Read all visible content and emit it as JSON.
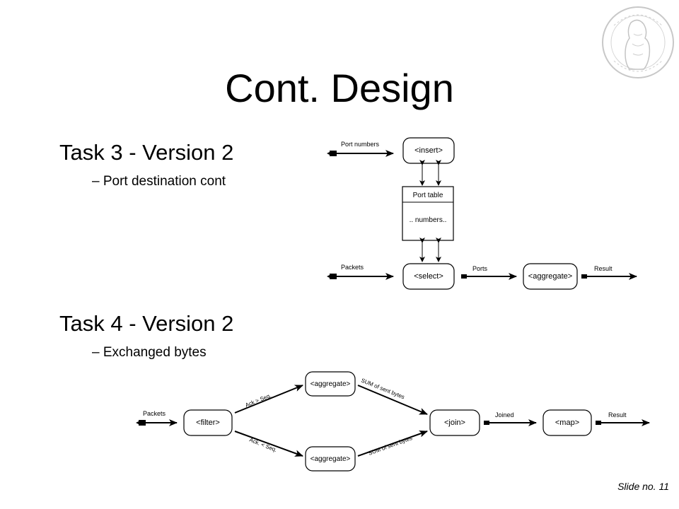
{
  "slide": {
    "title": "Cont. Design",
    "slide_number": "Slide no. 11"
  },
  "task3": {
    "heading": "Task 3 - Version 2",
    "bullet": "– Port destination cont",
    "diagram": {
      "input_ports": "Port numbers",
      "insert": "<insert>",
      "table_title": "Port table",
      "table_body": ".. numbers..",
      "input_packets": "Packets",
      "select": "<select>",
      "ports": "Ports",
      "aggregate": "<aggregate>",
      "result": "Result"
    }
  },
  "task4": {
    "heading": "Task 4 - Version 2",
    "bullet": "– Exchanged bytes",
    "diagram": {
      "input_packets": "Packets",
      "filter": "<filter>",
      "upper_cond": "Ack > Seq.",
      "lower_cond": "Ack. < Seq.",
      "agg_upper": "<aggregate>",
      "agg_lower": "<aggregate>",
      "sum_upper": "SUM of sent bytes",
      "sum_lower": "SUM of sent bytes",
      "join": "<join>",
      "joined": "Joined",
      "map": "<map>",
      "result": "Result"
    }
  },
  "logo": {
    "icon": "university-seal-icon",
    "color": "#c8c8c8"
  }
}
